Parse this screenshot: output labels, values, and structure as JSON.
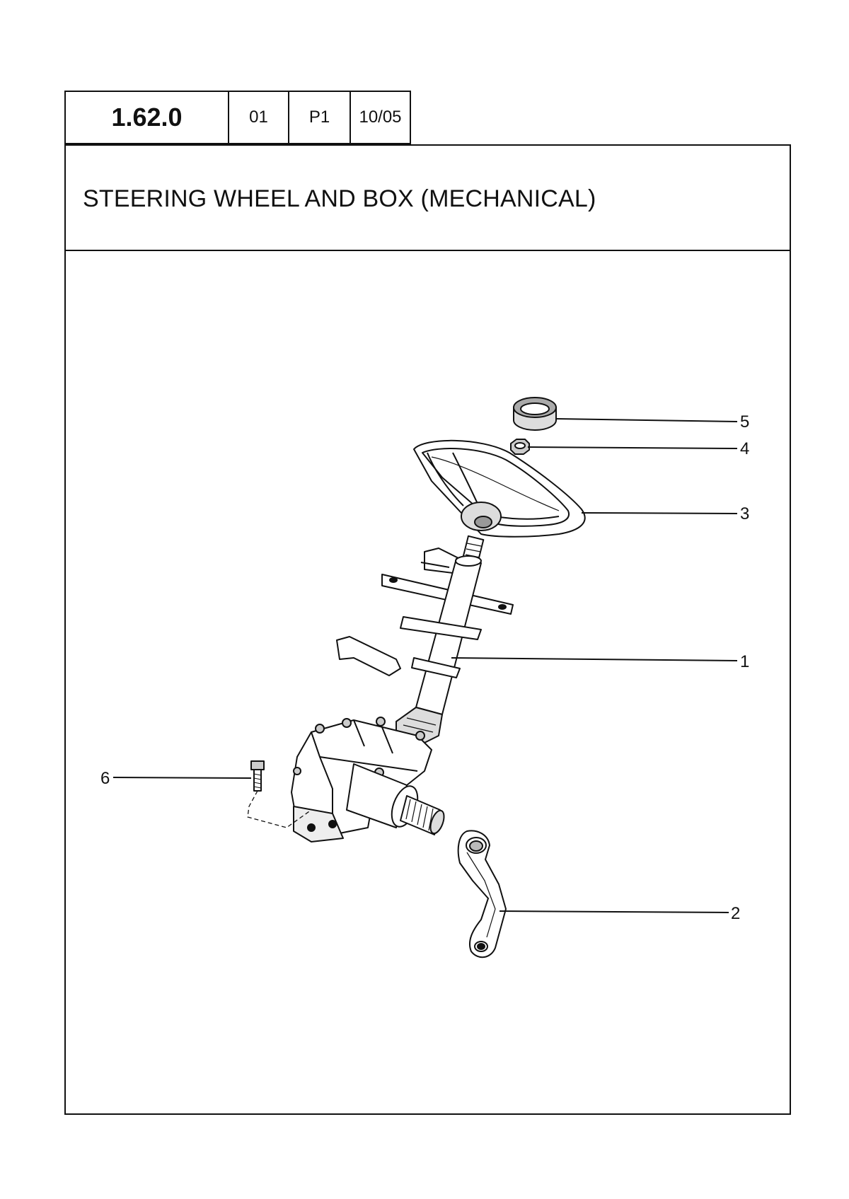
{
  "header": {
    "code": "1.62.0",
    "revision": "01",
    "page": "P1",
    "date": "10/05"
  },
  "title": "STEERING WHEEL AND BOX (MECHANICAL)",
  "callouts": [
    "1",
    "2",
    "3",
    "4",
    "5",
    "6"
  ]
}
